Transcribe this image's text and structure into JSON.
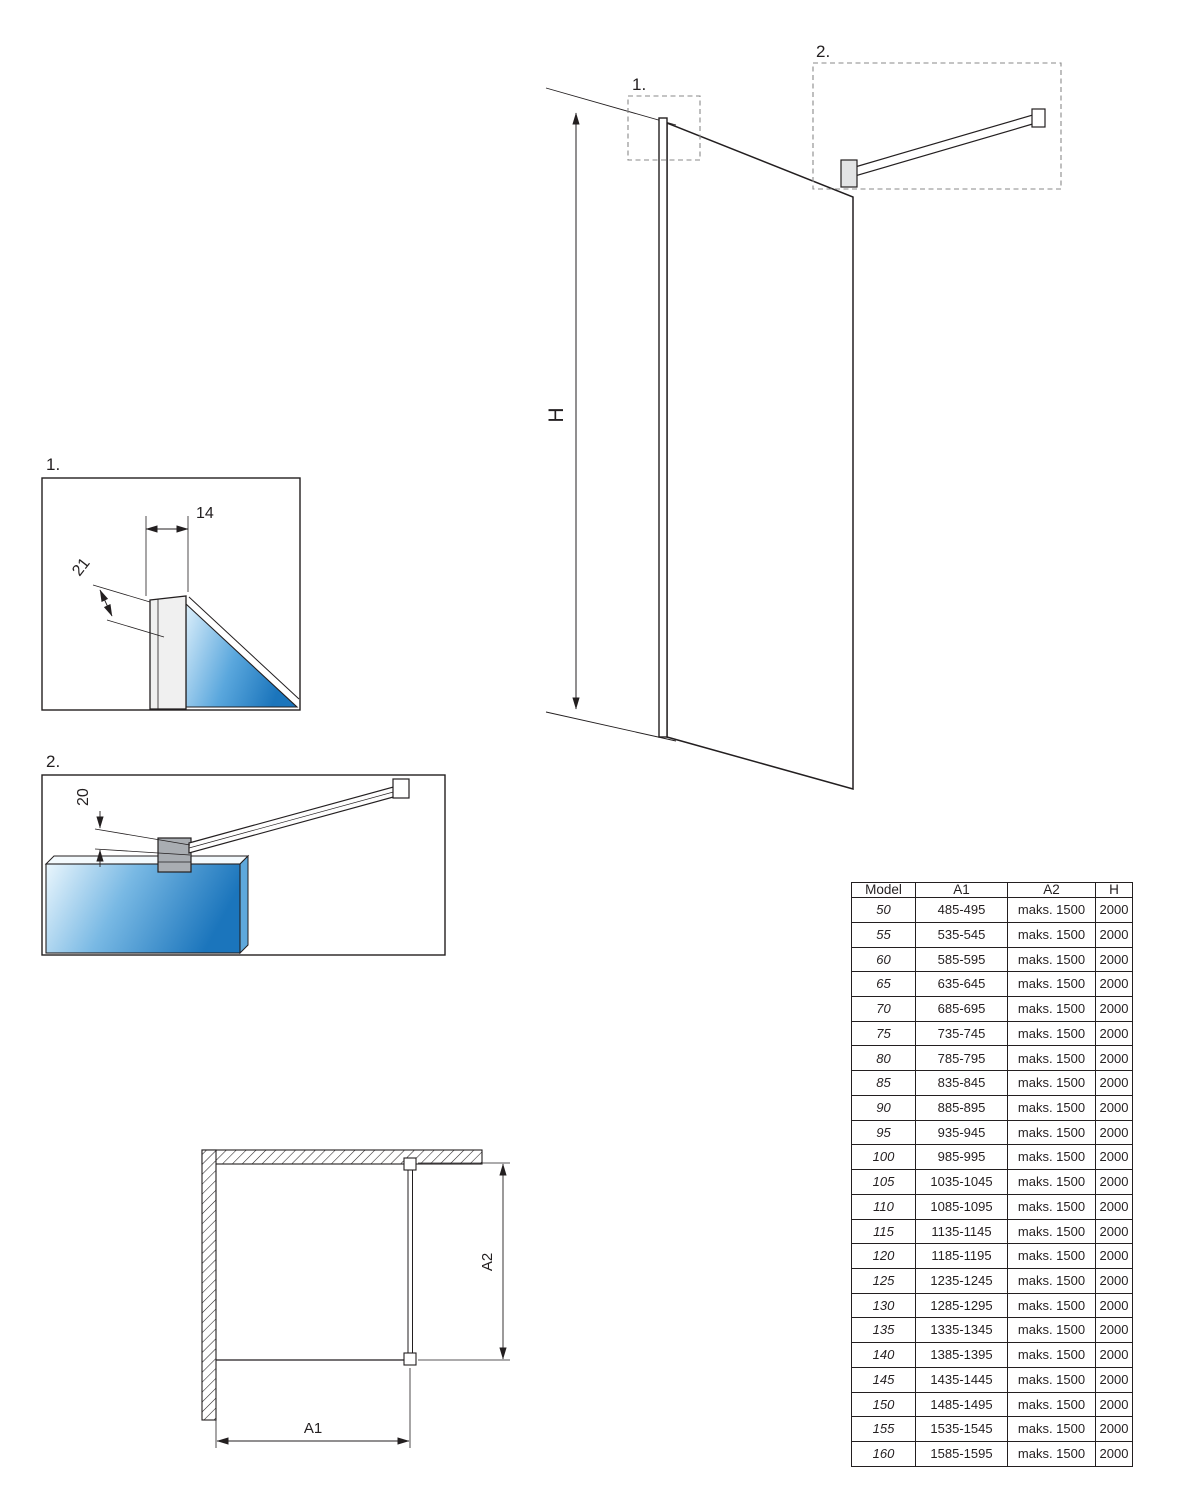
{
  "figure": {
    "callout_1": "1.",
    "callout_2": "2.",
    "inset_1": "1.",
    "inset_2": "2.",
    "dim_height": "H",
    "dim_profile_width": "14",
    "dim_profile_depth": "21",
    "dim_bar_height": "20",
    "dim_width_a1": "A1",
    "dim_depth_a2": "A2"
  },
  "colors": {
    "line": "#231f20",
    "glass_light": "#dceffb",
    "glass_dark": "#1b75bc",
    "metal_gray": "#a9adb2"
  },
  "table": {
    "columns": [
      "model",
      "a1",
      "a2",
      "h"
    ],
    "headers": [
      "Model",
      "A1",
      "A2",
      "H"
    ],
    "rows": [
      [
        "50",
        "485-495",
        "maks. 1500",
        "2000"
      ],
      [
        "55",
        "535-545",
        "maks. 1500",
        "2000"
      ],
      [
        "60",
        "585-595",
        "maks. 1500",
        "2000"
      ],
      [
        "65",
        "635-645",
        "maks. 1500",
        "2000"
      ],
      [
        "70",
        "685-695",
        "maks. 1500",
        "2000"
      ],
      [
        "75",
        "735-745",
        "maks. 1500",
        "2000"
      ],
      [
        "80",
        "785-795",
        "maks. 1500",
        "2000"
      ],
      [
        "85",
        "835-845",
        "maks. 1500",
        "2000"
      ],
      [
        "90",
        "885-895",
        "maks. 1500",
        "2000"
      ],
      [
        "95",
        "935-945",
        "maks. 1500",
        "2000"
      ],
      [
        "100",
        "985-995",
        "maks. 1500",
        "2000"
      ],
      [
        "105",
        "1035-1045",
        "maks. 1500",
        "2000"
      ],
      [
        "110",
        "1085-1095",
        "maks. 1500",
        "2000"
      ],
      [
        "115",
        "1135-1145",
        "maks. 1500",
        "2000"
      ],
      [
        "120",
        "1185-1195",
        "maks. 1500",
        "2000"
      ],
      [
        "125",
        "1235-1245",
        "maks. 1500",
        "2000"
      ],
      [
        "130",
        "1285-1295",
        "maks. 1500",
        "2000"
      ],
      [
        "135",
        "1335-1345",
        "maks. 1500",
        "2000"
      ],
      [
        "140",
        "1385-1395",
        "maks. 1500",
        "2000"
      ],
      [
        "145",
        "1435-1445",
        "maks. 1500",
        "2000"
      ],
      [
        "150",
        "1485-1495",
        "maks. 1500",
        "2000"
      ],
      [
        "155",
        "1535-1545",
        "maks. 1500",
        "2000"
      ],
      [
        "160",
        "1585-1595",
        "maks. 1500",
        "2000"
      ]
    ]
  }
}
